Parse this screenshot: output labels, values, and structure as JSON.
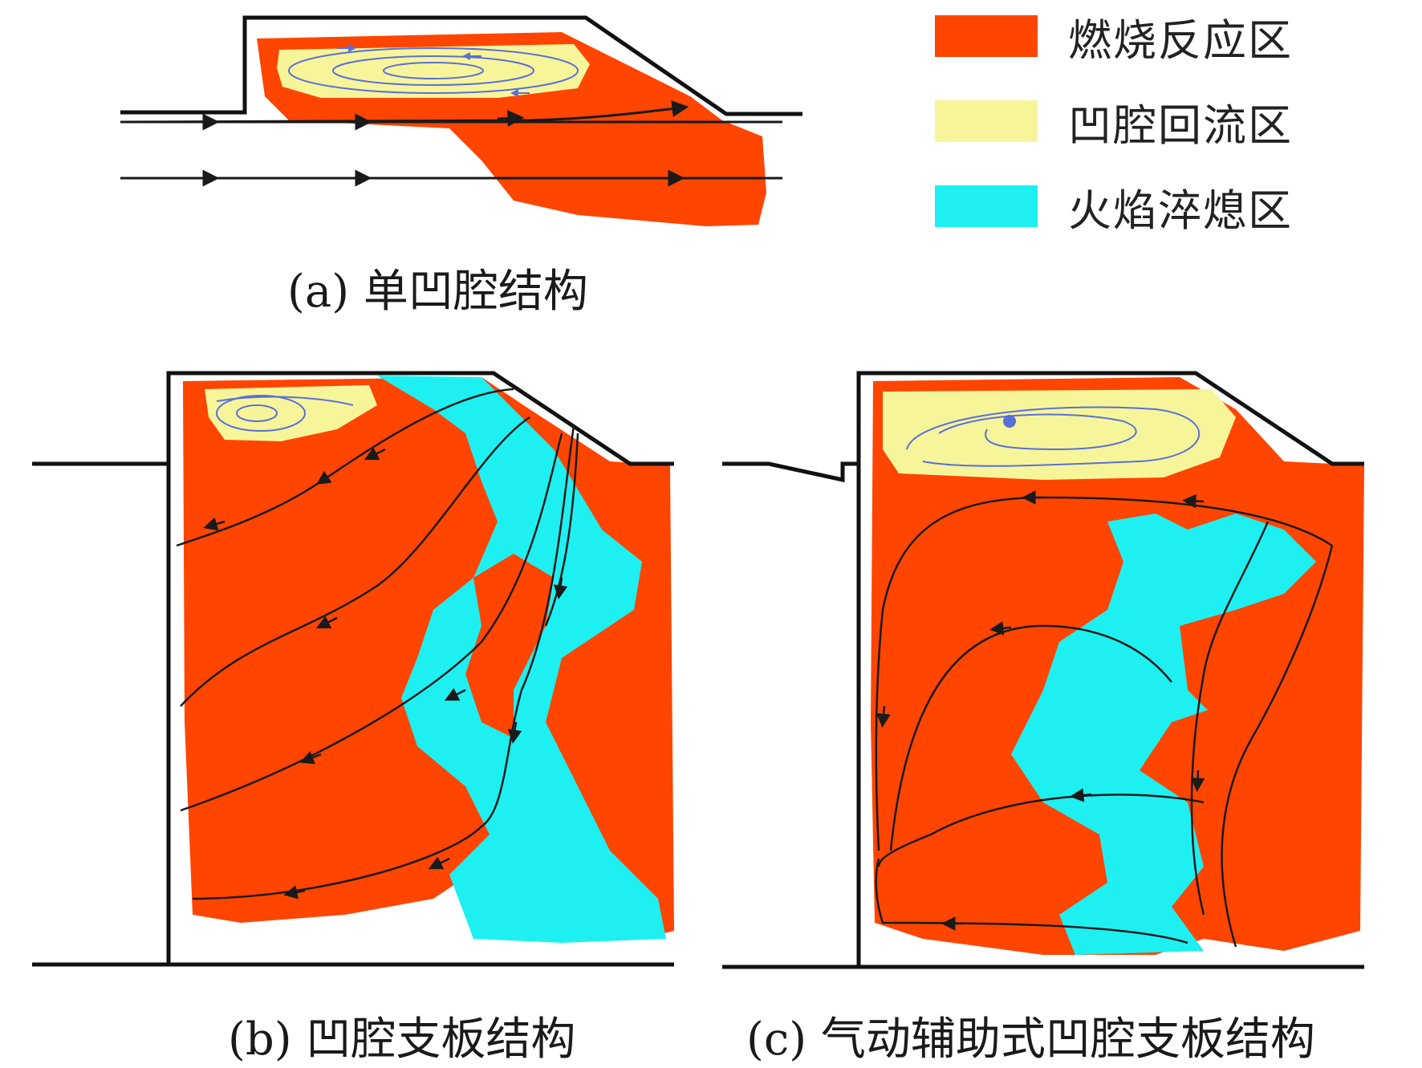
{
  "legend": [
    {
      "label": "燃烧反应区",
      "color": "#ff4500"
    },
    {
      "label": "凹腔回流区",
      "color": "#f7f59a"
    },
    {
      "label": "火焰淬熄区",
      "color": "#1ef0f2"
    }
  ],
  "captions": {
    "a": "(a) 单凹腔结构",
    "b": "(b) 凹腔支板结构",
    "c": "(c) 气动辅助式凹腔支板结构"
  },
  "colors": {
    "reaction": "#ff4500",
    "recirculation": "#f7f59a",
    "quench": "#1ef0f2",
    "wall": "#111111",
    "streamline": "#1a1a1a",
    "vortex": "#5a6fd8"
  }
}
